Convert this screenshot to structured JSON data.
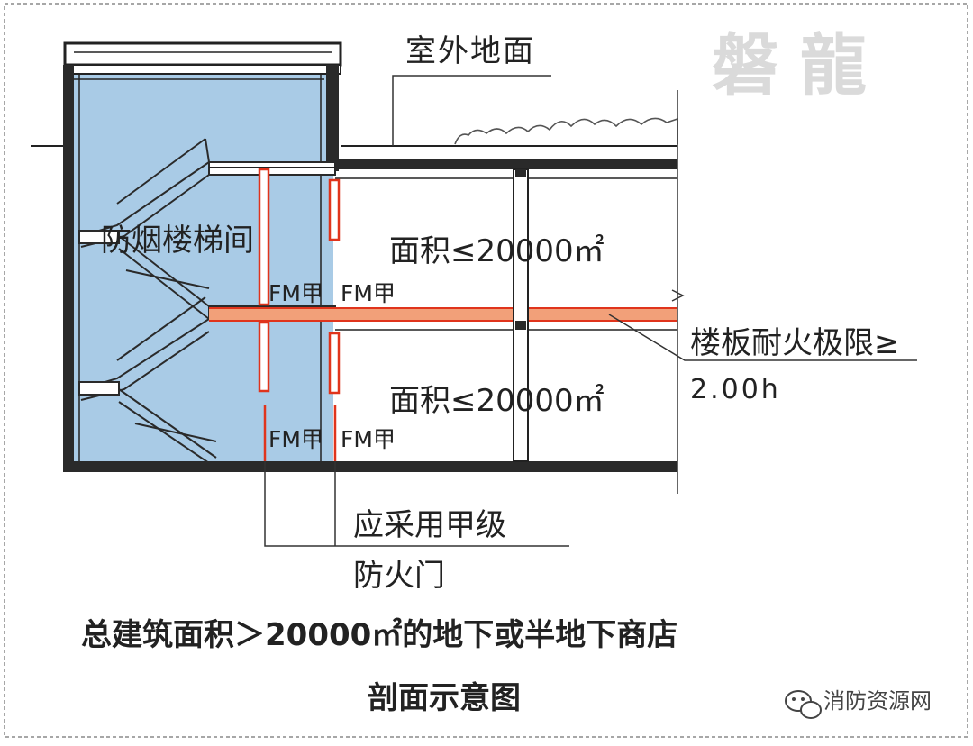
{
  "labels": {
    "outdoor_ground": "室外地面",
    "stairwell": "防烟楼梯间",
    "area_upper": "面积≤20000㎡",
    "area_lower": "面积≤20000㎡",
    "door_upper_left": "FM甲",
    "door_upper_right": "FM甲",
    "door_lower_left": "FM甲",
    "door_lower_right": "FM甲",
    "floor_rating_line1": "楼板耐火极限≥",
    "floor_rating_line2": "2.00h",
    "door_note_line1": "应采用甲级",
    "door_note_line2": "防火门",
    "caption_line1": "总建筑面积＞20000㎡的地下或半地下商店",
    "caption_line2": "剖面示意图"
  },
  "watermark": {
    "logo_text": "磐龍"
  },
  "source": {
    "text": "消防资源网"
  },
  "colors": {
    "stair_fill": "#a9cbe6",
    "wall": "#2a2a2a",
    "fire_red": "#e0341c",
    "fire_orange": "#f2a079",
    "watermark": "#d9d9d9",
    "frame_dash": "#7a7a7a",
    "line": "#333333"
  },
  "icons": {
    "source_icon": "wechat-icon"
  }
}
